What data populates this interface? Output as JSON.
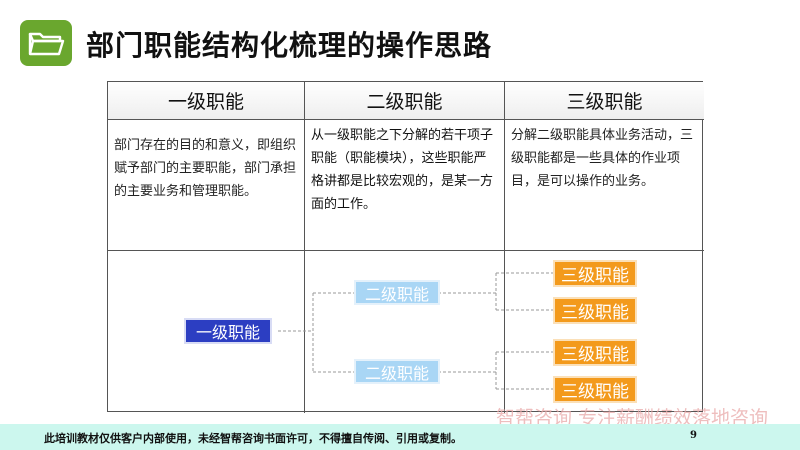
{
  "header": {
    "icon": "folder-icon",
    "title": "部门职能结构化梳理的操作思路",
    "icon_color": "#6aa72e"
  },
  "table": {
    "columns": [
      {
        "heading": "一级职能",
        "description": "部门存在的目的和意义，即组织赋予部门的主要职能，部门承担的主要业务和管理职能。"
      },
      {
        "heading": "二级职能",
        "description": "从一级职能之下分解的若干项子职能（职能模块），这些职能严格讲都是比较宏观的，是某一方面的工作。"
      },
      {
        "heading": "三级职能",
        "description": "分解二级职能具体业务活动，三级职能都是一些具体的作业项目，是可以操作的业务。"
      }
    ]
  },
  "diagram": {
    "level1": "一级职能",
    "level2": [
      "二级职能",
      "二级职能"
    ],
    "level3": [
      "三级职能",
      "三级职能",
      "三级职能",
      "三级职能"
    ],
    "colors": {
      "level1": "#2c3ec2",
      "level2": "#a9d6f5",
      "level3": "#f39a1c"
    }
  },
  "footer": {
    "notice": "此培训教材仅供客户内部使用，未经智帮咨询书面许可，不得擅自传阅、引用或复制。",
    "page_number": "9",
    "watermark": "智帮咨询 专注薪酬绩效落地咨询",
    "bar_color": "#ccf7ee"
  }
}
